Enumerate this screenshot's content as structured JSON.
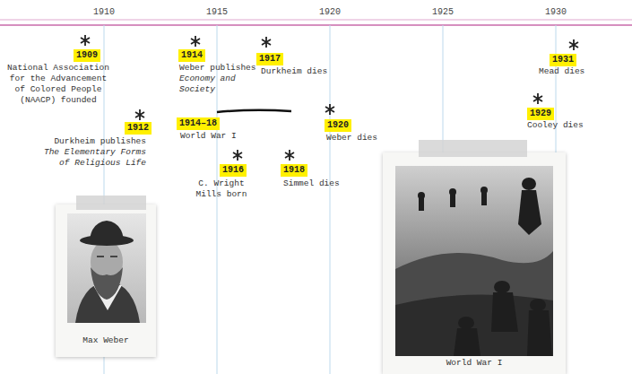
{
  "diagram": {
    "nodes": [
      {
        "text": [
          "Max Weber"
        ]
      },
      {
        "text": [
          "World War I"
        ]
      }
    ],
    "labels": [
      "1910",
      "1915",
      "1920",
      "1925",
      "1930",
      "1909",
      "National Association for the Advancement of Colored People (NAACP) founded",
      "1914",
      "Weber publishes",
      "Economy and Society",
      "1917",
      "Durkheim dies",
      "1931",
      "Mead dies",
      "1912",
      "Durkheim publishes",
      "The Elementary Forms of Religious Life",
      "1914–18",
      "World War I",
      "1920",
      "Weber dies",
      "1929",
      "Cooley dies",
      "1916",
      "C. Wright Mills born",
      "1918",
      "Simmel dies"
    ]
  }
}
